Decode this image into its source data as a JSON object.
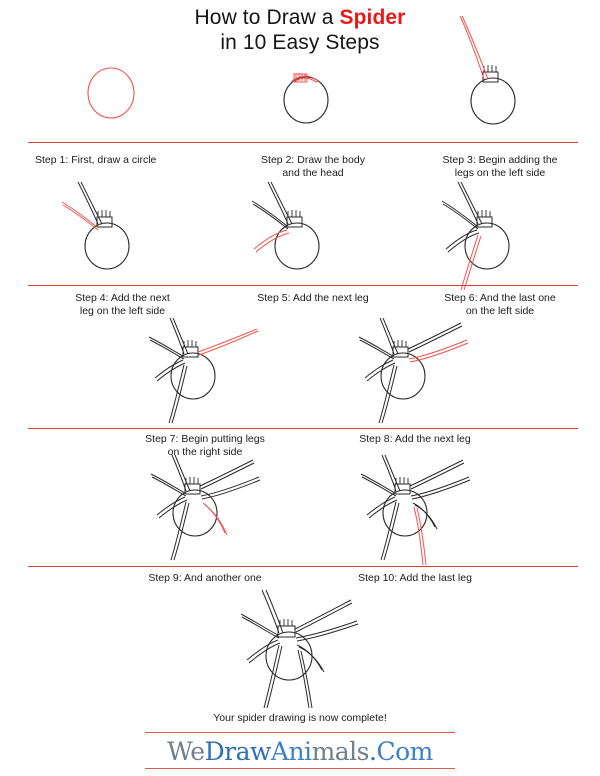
{
  "title": {
    "line1_prefix": "How to Draw a ",
    "line1_accent": "Spider",
    "line2": "in 10 Easy Steps",
    "accent_color": "#e8191b"
  },
  "steps": [
    {
      "id": 1,
      "caption": "Step 1: First, draw a circle"
    },
    {
      "id": 2,
      "caption": "Step 2: Draw  the body\nand the head"
    },
    {
      "id": 3,
      "caption": "Step 3: Begin adding the\nlegs on the left side"
    },
    {
      "id": 4,
      "caption": "Step 4: Add the next\nleg on the left side"
    },
    {
      "id": 5,
      "caption": "Step 5: Add the next leg"
    },
    {
      "id": 6,
      "caption": "Step 6: And the last one\non the left side"
    },
    {
      "id": 7,
      "caption": "Step 7: Begin putting legs\non the right side"
    },
    {
      "id": 8,
      "caption": "Step 8: Add the next leg"
    },
    {
      "id": 9,
      "caption": "Step 9: And another one"
    },
    {
      "id": 10,
      "caption": "Step 10: Add the last leg"
    }
  ],
  "footer": {
    "complete_text": "Your spider drawing is now complete!",
    "logo": {
      "part1": "We",
      "part2": "Draw",
      "part3": "Ani",
      "part4": "mals",
      "part5": ".",
      "part6": "Com"
    }
  },
  "colors": {
    "ink": "#2a2a2a",
    "new_stroke": "#ef5350",
    "separator": "#d8403c",
    "logo_gray": "#6f7f8c",
    "logo_blue": "#2f6fb5"
  },
  "layout": {
    "separator_count": 5,
    "rows": 5,
    "subject": "spider"
  }
}
